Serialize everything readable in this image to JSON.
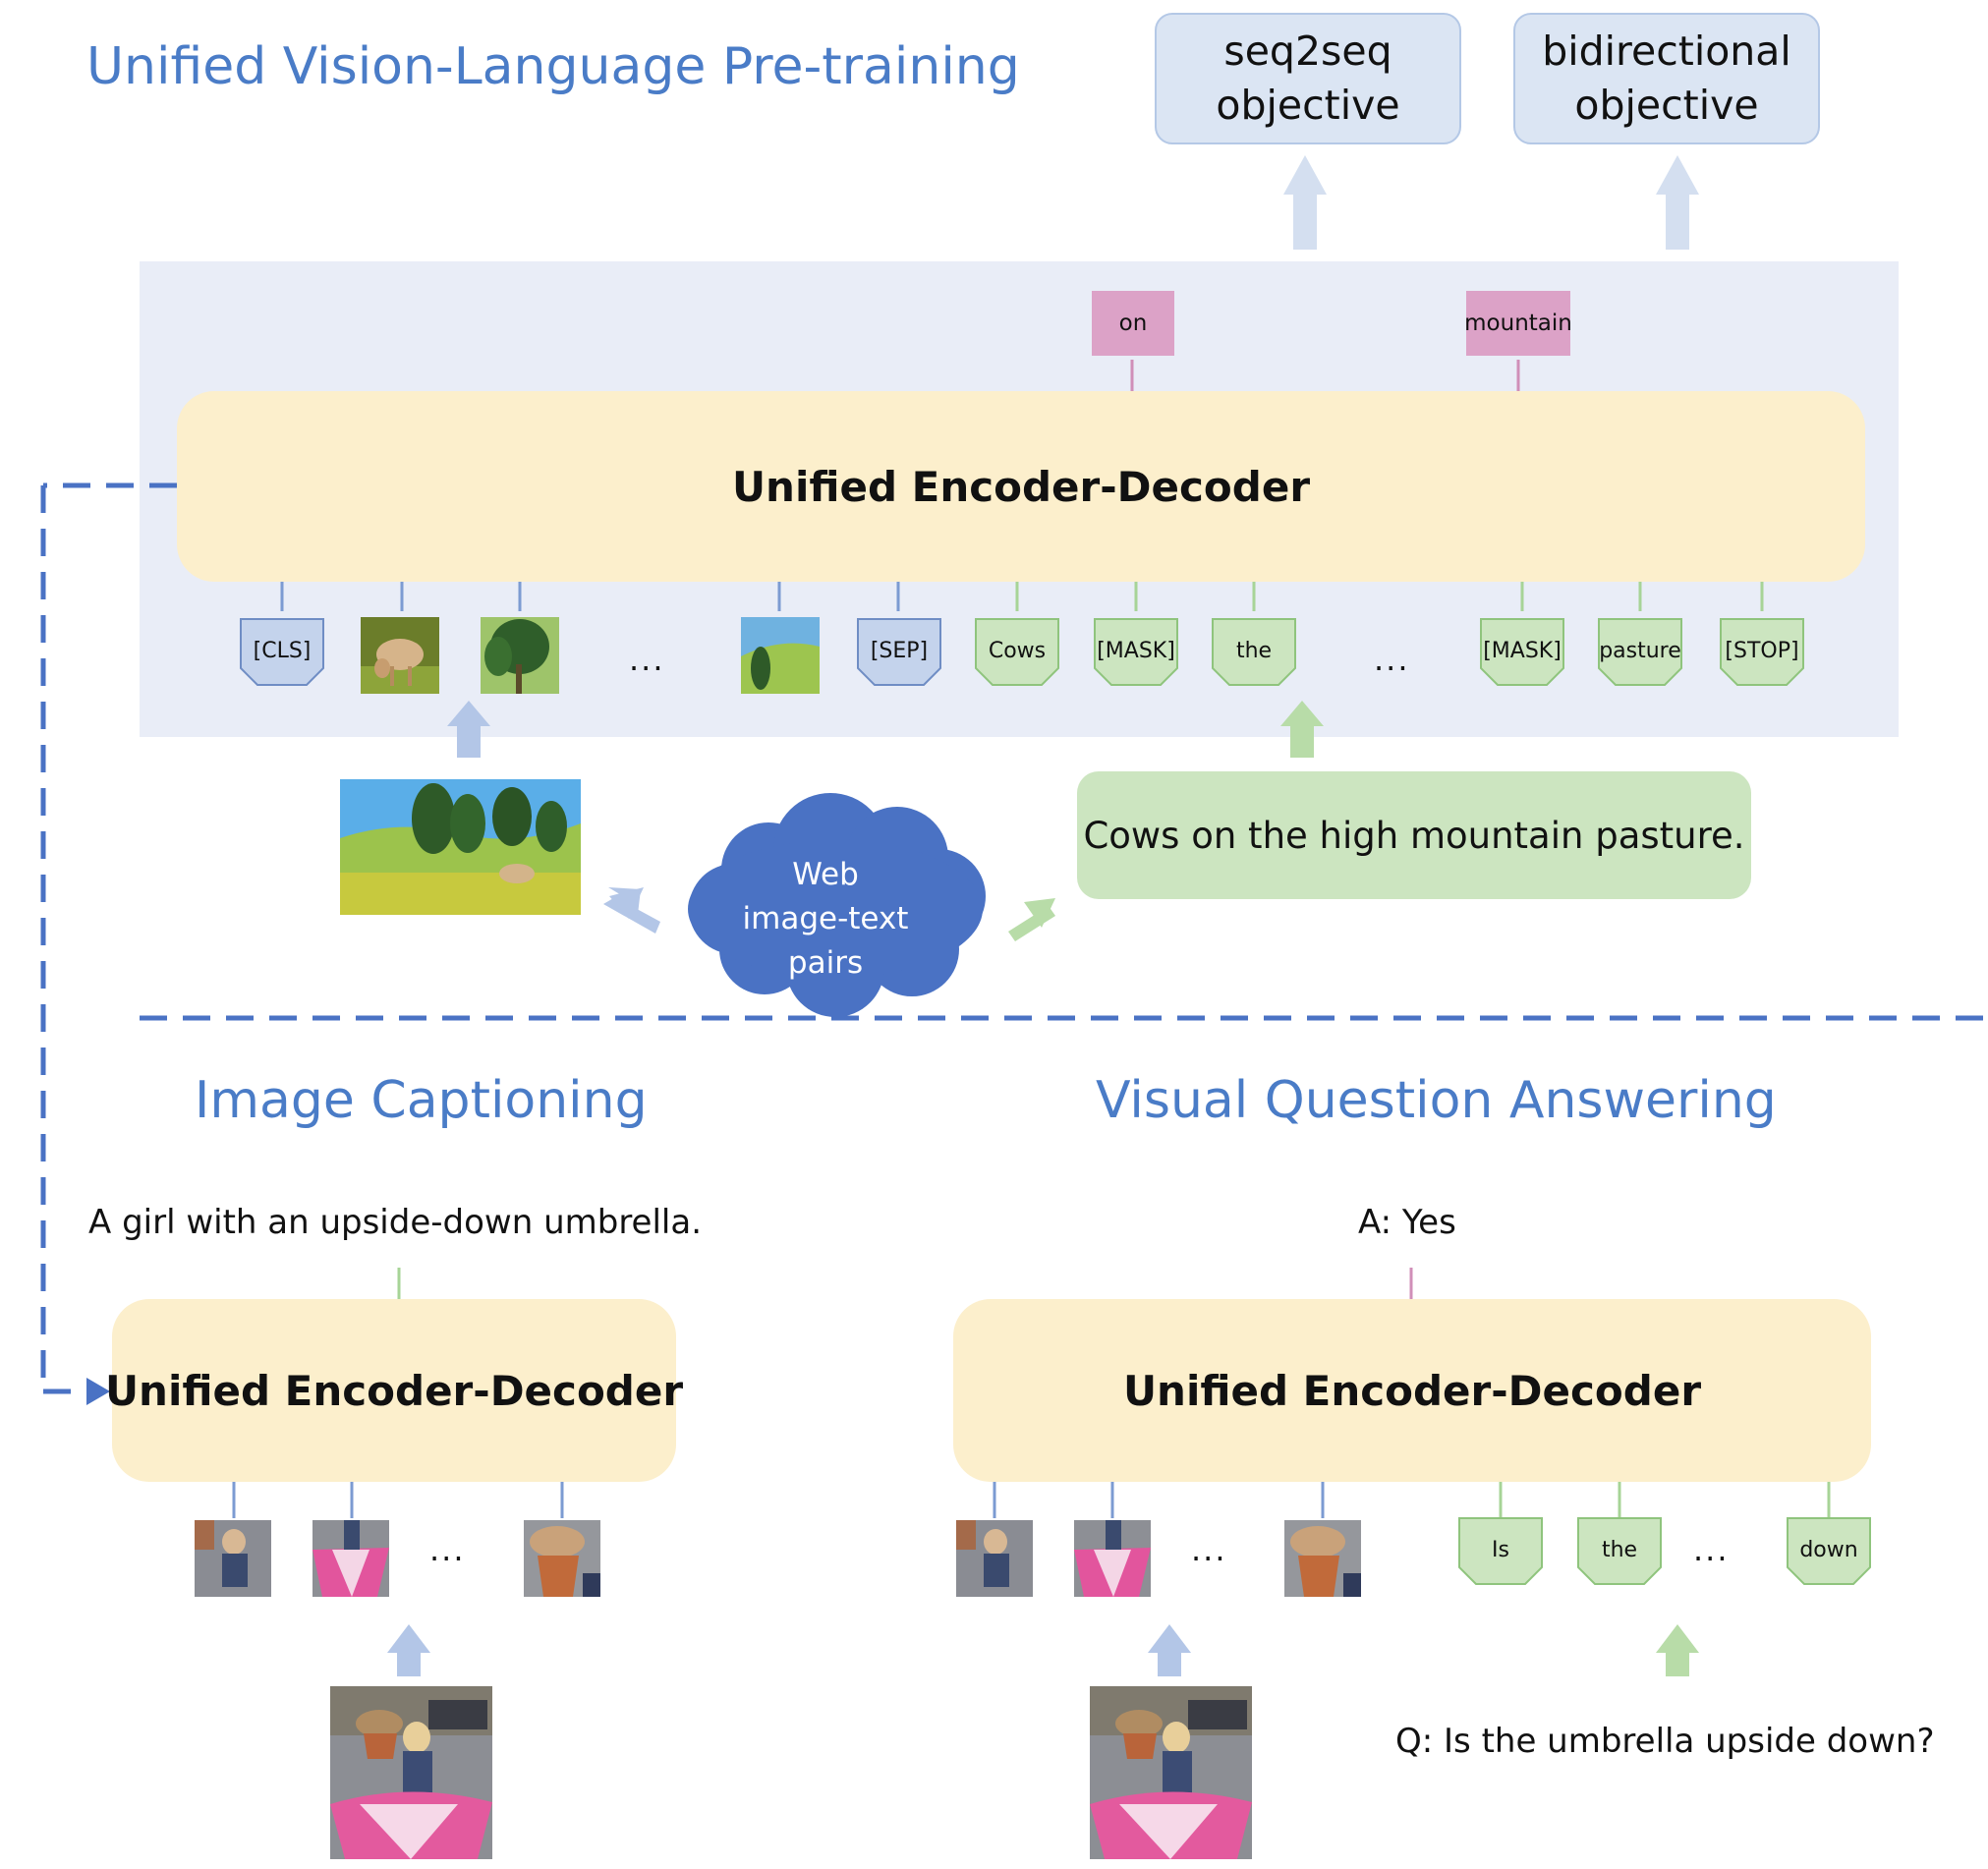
{
  "titles": {
    "pretraining": "Unified Vision-Language Pre-training",
    "captioning": "Image Captioning",
    "vqa": "Visual Question Answering"
  },
  "objectives": {
    "seq2seq": [
      "seq2seq",
      "objective"
    ],
    "bidirectional": [
      "bidirectional",
      "objective"
    ]
  },
  "predictions": [
    "on",
    "mountain"
  ],
  "encoder_label": "Unified Encoder-Decoder",
  "pretrain_tokens": {
    "cls": "[CLS]",
    "ellipsis": "...",
    "sep": "[SEP]",
    "text": [
      "Cows",
      "[MASK]",
      "the",
      "...",
      "[MASK]",
      "pasture",
      "[STOP]"
    ]
  },
  "caption_text": "Cows on the high mountain pasture.",
  "cloud_text": [
    "Web",
    "image-text",
    "pairs"
  ],
  "captioning": {
    "output": "A girl with an upside-down umbrella.",
    "ellipsis": "..."
  },
  "vqa": {
    "answer": "A: Yes",
    "question": "Q: Is the umbrella upside down?",
    "tokens": [
      "Is",
      "the",
      "...",
      "down"
    ],
    "ellipsis": "..."
  },
  "colors": {
    "title_blue": "#4a7cc7",
    "objective_fill": "#dbe5f3",
    "panel_fill": "#e9edf7",
    "encoder_fill": "#fcefcc",
    "prediction_fill": "#dca2c7",
    "image_token": "#c4d3ec",
    "text_token": "#cce5c0",
    "cloud": "#4a72c4",
    "dashed_line": "#4a72c4"
  }
}
